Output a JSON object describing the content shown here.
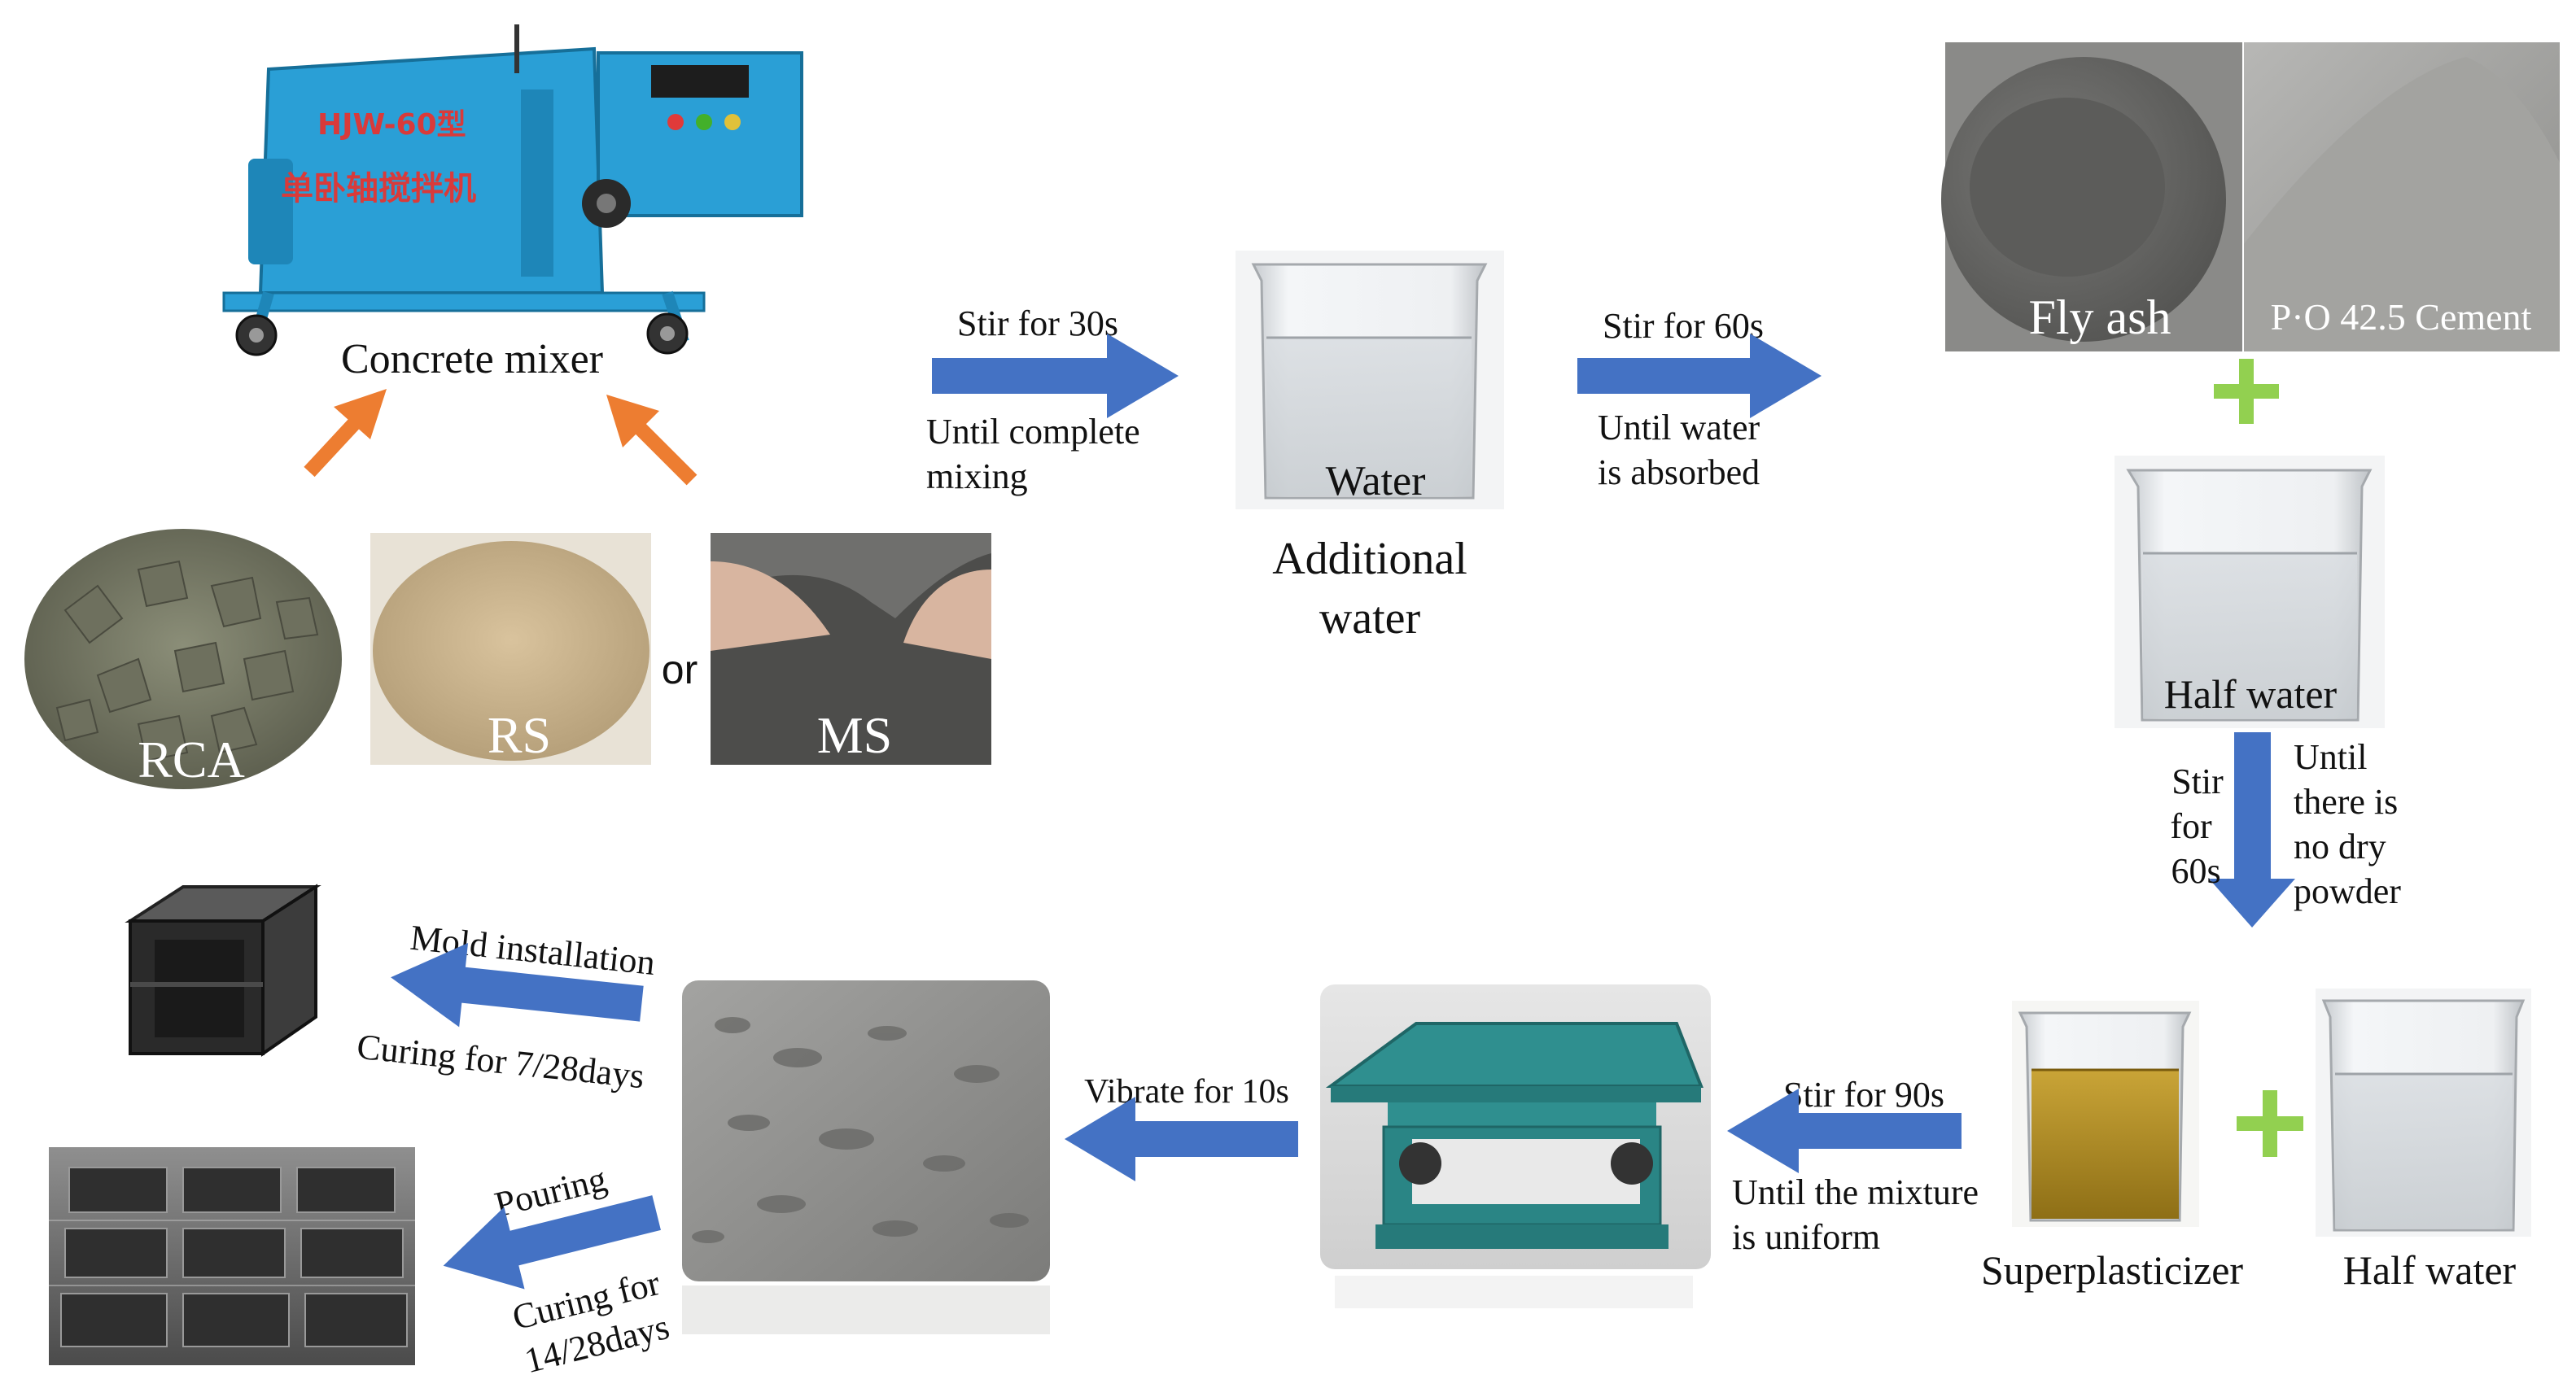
{
  "colors": {
    "arrow_blue": "#4472c4",
    "arrow_orange": "#ed7d31",
    "plus_green": "#92d050",
    "mixer_blue": "#2a9fd6",
    "vibrator_teal": "#2f8f8f"
  },
  "mixer": {
    "label": "Concrete mixer",
    "model_text": "HJW-60型",
    "body_text": "单卧轴搅拌机"
  },
  "materials": {
    "rca": "RCA",
    "rs": "RS",
    "or": "or",
    "ms": "MS"
  },
  "step1": {
    "arrow_label": "Stir for 30s",
    "note_line1": "Until complete",
    "note_line2": "mixing"
  },
  "water": {
    "image_label": "Water",
    "caption_line1": "Additional",
    "caption_line2": "water"
  },
  "step2": {
    "arrow_label": "Stir for 60s",
    "note_line1": "Until water",
    "note_line2": "is absorbed"
  },
  "binders": {
    "fly_ash": "Fly ash",
    "cement": "P·O 42.5 Cement"
  },
  "half_water_top": {
    "image_label": "Half water"
  },
  "step3": {
    "stir": [
      "Stir",
      "for",
      "60s"
    ],
    "note": [
      "Until",
      "there is",
      "no dry",
      "powder"
    ]
  },
  "additives": {
    "superplasticizer": "Superplasticizer",
    "half_water": "Half water"
  },
  "step4": {
    "arrow_label": "Stir for 90s",
    "note_line1": "Until the mixture",
    "note_line2": "is uniform"
  },
  "step5": {
    "arrow_label": "Vibrate for 10s"
  },
  "step6": {
    "arrow_label": "Mold installation",
    "note": "Curing for 7/28days"
  },
  "step7": {
    "arrow_label": "Pouring",
    "note_line1": "Curing for",
    "note_line2": "14/28days"
  },
  "icons": [
    "plus-icon",
    "arrow-right-icon",
    "arrow-down-icon",
    "arrow-left-icon",
    "beaker-icon",
    "mold-cube-icon"
  ]
}
